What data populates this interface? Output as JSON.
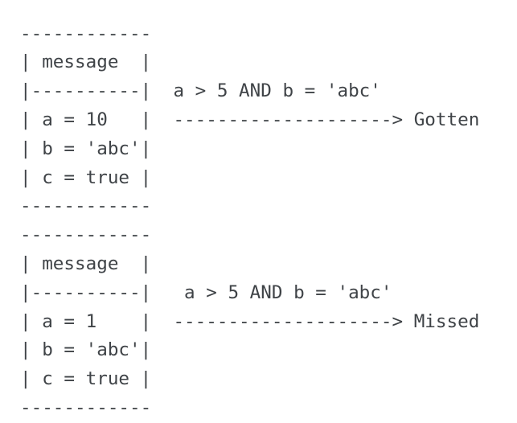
{
  "document": {
    "kind": "ascii-art-diagram",
    "title": "message filter match / miss illustration",
    "text_color": "#3f4347",
    "background_color": "#ffffff"
  },
  "legend": {
    "table_header": "message",
    "condition": "a > 5 AND b = 'abc'",
    "outcome_matched": "Gotten",
    "outcome_unmatched": "Missed",
    "arrow": "-------------------->"
  },
  "blocks": [
    {
      "id": "block-gotten",
      "table": {
        "top_border": "------------",
        "header_row": "| message  |",
        "header_separator": "|----------|",
        "rows": [
          "| a = 10   |",
          "| b = 'abc'|",
          "| c = true |"
        ],
        "bottom_border": "------------",
        "header": "message",
        "fields": [
          {
            "name": "a",
            "op": "=",
            "value": "10"
          },
          {
            "name": "b",
            "op": "=",
            "value": "'abc'"
          },
          {
            "name": "c",
            "op": "=",
            "value": "true"
          }
        ]
      },
      "annotation": {
        "condition": "a > 5 AND b = 'abc'",
        "condition_indent": " ",
        "arrow": "-------------------->",
        "outcome": "Gotten",
        "matched": true
      }
    },
    {
      "id": "block-missed",
      "table": {
        "top_border": "------------",
        "header_row": "| message  |",
        "header_separator": "|----------|",
        "rows": [
          "| a = 1    |",
          "| b = 'abc'|",
          "| c = true |"
        ],
        "bottom_border": "------------",
        "header": "message",
        "fields": [
          {
            "name": "a",
            "op": "=",
            "value": "1"
          },
          {
            "name": "b",
            "op": "=",
            "value": "'abc'"
          },
          {
            "name": "c",
            "op": "=",
            "value": "true"
          }
        ]
      },
      "annotation": {
        "condition": "a > 5 AND b = 'abc'",
        "condition_indent": "  ",
        "arrow": "-------------------->",
        "outcome": "Missed",
        "matched": false
      }
    }
  ],
  "lines": [
    {
      "left": "------------",
      "right": ""
    },
    {
      "left": "| message  |",
      "right": ""
    },
    {
      "left": "|----------|",
      "right": "  a > 5 AND b = 'abc'"
    },
    {
      "left": "| a = 10   |",
      "right": "  --------------------> Gotten"
    },
    {
      "left": "| b = 'abc'|",
      "right": ""
    },
    {
      "left": "| c = true |",
      "right": ""
    },
    {
      "left": "------------",
      "right": ""
    },
    {
      "left": "------------",
      "right": ""
    },
    {
      "left": "| message  |",
      "right": ""
    },
    {
      "left": "|----------|",
      "right": "   a > 5 AND b = 'abc'"
    },
    {
      "left": "| a = 1    |",
      "right": "  --------------------> Missed"
    },
    {
      "left": "| b = 'abc'|",
      "right": ""
    },
    {
      "left": "| c = true |",
      "right": ""
    },
    {
      "left": "------------",
      "right": ""
    }
  ]
}
